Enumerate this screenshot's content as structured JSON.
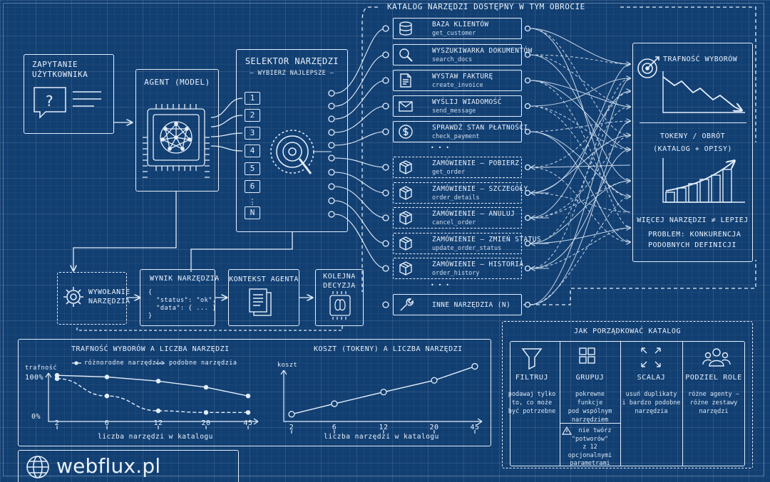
{
  "catalog_header": "KATALOG NARZĘDZI DOSTĘPNY W TYM OBROCIE",
  "user_query": {
    "line1": "ZAPYTANIE",
    "line2": "UŻYTKOWNIKA"
  },
  "agent": {
    "title": "AGENT (MODEL)"
  },
  "selector": {
    "title": "SELEKTOR NARZĘDZI",
    "subtitle": "— WYBIERZ NAJLEPSZE —",
    "slots": [
      "1",
      "2",
      "3",
      "4",
      "5",
      "6",
      "⋮",
      "N"
    ]
  },
  "tools": [
    {
      "name": "BAZA KLIENTÓW",
      "fn": "get_customer",
      "icon": "database-icon"
    },
    {
      "name": "WYSZUKIWARKA DOKUMENTÓW",
      "fn": "search_docs",
      "icon": "magnifier-icon"
    },
    {
      "name": "WYSTAW FAKTURĘ",
      "fn": "create_invoice",
      "icon": "invoice-icon"
    },
    {
      "name": "WYŚLIJ WIADOMOŚĆ",
      "fn": "send_message",
      "icon": "envelope-icon"
    },
    {
      "name": "SPRAWDŹ STAN PŁATNOŚCI",
      "fn": "check_payment",
      "icon": "coin-icon"
    },
    {
      "name": "ZAMÓWIENIE – POBIERZ",
      "fn": "get_order",
      "icon": "package-icon"
    },
    {
      "name": "ZAMÓWIENIE – SZCZEGÓŁY",
      "fn": "order_details",
      "icon": "package-icon"
    },
    {
      "name": "ZAMÓWIENIE – ANULUJ",
      "fn": "cancel_order",
      "icon": "package-icon"
    },
    {
      "name": "ZAMÓWIENIE – ZMIEŃ STATUS",
      "fn": "update_order_status",
      "icon": "package-icon"
    },
    {
      "name": "ZAMÓWIENIE – HISTORIA",
      "fn": "order_history",
      "icon": "package-icon"
    }
  ],
  "ellipsis": "• • •",
  "other_tools": "INNE NARZĘDZIA (N)",
  "right_panel": {
    "accuracy_title": "TRAFNOŚĆ WYBORÓW",
    "tokens_title": "TOKENY / OBRÓT",
    "tokens_sub": "(KATALOG + OPISY)",
    "statement": "WIĘCEJ NARZĘDZI ≠ LEPIEJ",
    "problem_l1": "PROBLEM: KONKURENCJA",
    "problem_l2": "PODOBNYCH DEFINICJI"
  },
  "flow": {
    "call_l1": "WYWOŁANIE",
    "call_l2": "NARZĘDZIA",
    "result_title": "WYNIK NARZĘDZIA",
    "result_code": [
      "{",
      "  \"status\": \"ok\",",
      "  \"data\": { ... }",
      "}"
    ],
    "context_title": "KONTEKST AGENTA",
    "next_l1": "KOLEJNA",
    "next_l2": "DECYZJA"
  },
  "chart_data": [
    {
      "type": "line",
      "title": "TRAFNOŚĆ WYBORÓW A LICZBA NARZĘDZI",
      "ylabel": "trafność",
      "xlabel": "liczba narzędzi w katalogu",
      "x": [
        "2",
        "6",
        "12",
        "20",
        "45"
      ],
      "y_ticks": [
        "100%",
        "0%"
      ],
      "ylim": [
        0,
        100
      ],
      "series": [
        {
          "name": "różnorodne narzędzia",
          "values": [
            98,
            94,
            84,
            69,
            48
          ],
          "style": "solid"
        },
        {
          "name": "podobne narzędzia",
          "values": [
            90,
            48,
            12,
            8,
            8
          ],
          "style": "dashed"
        }
      ]
    },
    {
      "type": "line",
      "title": "KOSZT (TOKENY) A LICZBA NARZĘDZI",
      "ylabel": "koszt",
      "xlabel": "liczba narzędzi w katalogu",
      "x": [
        "2",
        "6",
        "12",
        "20",
        "45"
      ],
      "ylim": [
        0,
        100
      ],
      "series": [
        {
          "values": [
            10,
            28,
            48,
            68,
            92
          ]
        }
      ]
    }
  ],
  "strategies": {
    "title": "JAK PORZĄDKOWAĆ KATALOG",
    "items": [
      {
        "label": "FILTRUJ",
        "desc": [
          "podawaj tylko",
          "to, co może",
          "być potrzebne"
        ],
        "icon": "filter-icon"
      },
      {
        "label": "GRUPUJ",
        "desc": [
          "pokrewne",
          "funkcje",
          "pod wspólnym",
          "narzędziem"
        ],
        "icon": "grid-icon"
      },
      {
        "label": "SCALAJ",
        "desc": [
          "usuń duplikaty",
          "i bardzo podobne",
          "narzędzia"
        ],
        "icon": "merge-icon"
      },
      {
        "label": "PODZIEL ROLE",
        "desc": [
          "różne agenty –",
          "różne zestawy",
          "narzędzi"
        ],
        "icon": "team-icon"
      }
    ],
    "warning": [
      "nie twórz",
      "\"potworów\"",
      "z 12 opcjonalnymi",
      "parametrami"
    ]
  },
  "brand": "webflux.pl",
  "colors": {
    "background": "#123f72",
    "line": "#e3eefa"
  }
}
